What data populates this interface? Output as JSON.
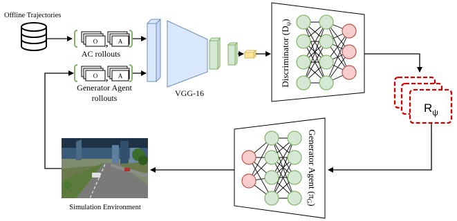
{
  "labels": {
    "offline": "Offline Trajectories",
    "ac_rollouts": "AC rollouts",
    "gen_rollouts_1": "Generator Agent",
    "gen_rollouts_2": "rollouts",
    "vgg": "VGG-16",
    "disc_text": "Discriminator (D",
    "disc_sub": "ψ",
    "disc_close": ")",
    "reward": "R",
    "reward_sub": "ψ",
    "gen_text": "Generator Agent (π",
    "gen_sub": "G",
    "gen_close": ")",
    "sim": "Simulation Environment",
    "obs": "O",
    "act": "A",
    "comma": ","
  },
  "colors": {
    "node_green": "#d5e8d4",
    "node_green_stroke": "#82b366",
    "node_red": "#f8cecc",
    "node_red_stroke": "#b85450",
    "vgg_blue": "#dae8fc",
    "vgg_blue_stroke": "#6c8ebf",
    "vgg_green": "#d5e8d4",
    "feature_orange": "#ffe599",
    "reward_red": "#cc0000"
  }
}
